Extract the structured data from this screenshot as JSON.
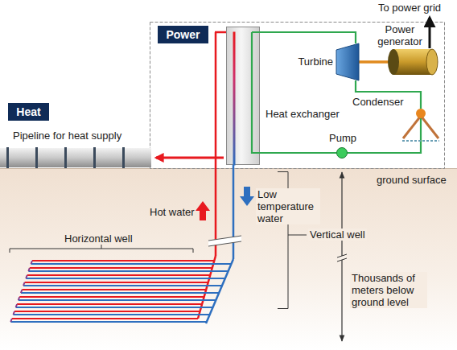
{
  "diagram": {
    "nodes": [
      {
        "text": [
          "Power"
        ]
      },
      {
        "text": [
          "Heat exchanger"
        ]
      },
      {
        "text": [
          "Turbine"
        ]
      },
      {
        "text": [
          "Power generator"
        ]
      },
      {
        "text": [
          "Condenser"
        ]
      },
      {
        "text": [
          "Pump"
        ]
      },
      {
        "text": [
          "Heat"
        ]
      }
    ],
    "edges": [
      {
        "from": 1,
        "to": 2,
        "arrow": "none"
      },
      {
        "from": 2,
        "to": 3,
        "arrow": "none"
      },
      {
        "from": 2,
        "to": 4,
        "arrow": "none"
      },
      {
        "from": 4,
        "to": 5,
        "arrow": "none"
      },
      {
        "from": 5,
        "to": 1,
        "arrow": "none"
      }
    ],
    "labels": [
      "To power grid",
      "Pipeline for heat supply",
      "ground surface",
      "Hot water",
      "Low temperature water",
      "Vertical well",
      "Horizontal well",
      "Thousands of meters below ground level"
    ]
  }
}
